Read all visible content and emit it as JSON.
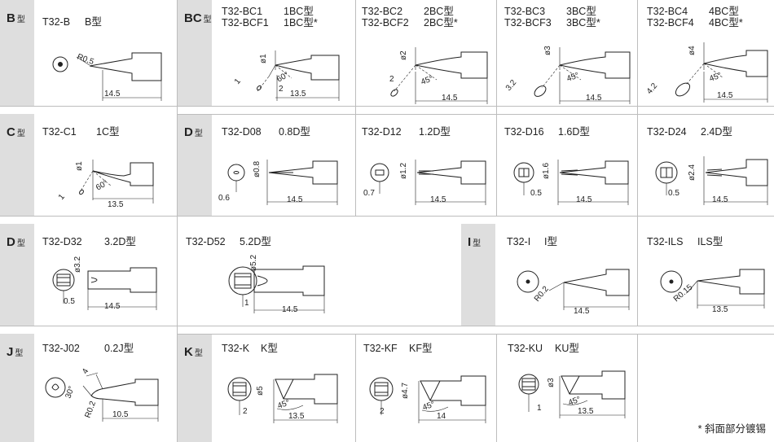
{
  "categories": {
    "b": {
      "letter": "B",
      "suffix": "型"
    },
    "bc": {
      "letter": "BC",
      "suffix": "型"
    },
    "c": {
      "letter": "C",
      "suffix": "型"
    },
    "d1": {
      "letter": "D",
      "suffix": "型"
    },
    "d2": {
      "letter": "D",
      "suffix": "型"
    },
    "i": {
      "letter": "I",
      "suffix": "型"
    },
    "j": {
      "letter": "J",
      "suffix": "型"
    },
    "k": {
      "letter": "K",
      "suffix": "型"
    }
  },
  "tips": {
    "b": {
      "model": "T32-B",
      "type": "B型",
      "dims": {
        "radius": "R0.5",
        "length": "14.5"
      }
    },
    "bc1": {
      "model": "T32-BC1",
      "type": "1BC型",
      "model2": "T32-BCF1",
      "type2": "1BC型*",
      "dims": {
        "dia": "ø1",
        "face": "1",
        "angle": "60°",
        "tip": "2",
        "length": "13.5"
      }
    },
    "bc2": {
      "model": "T32-BC2",
      "type": "2BC型",
      "model2": "T32-BCF2",
      "type2": "2BC型*",
      "dims": {
        "dia": "ø2",
        "face": "2",
        "angle": "45°",
        "length": "14.5"
      }
    },
    "bc3": {
      "model": "T32-BC3",
      "type": "3BC型",
      "model2": "T32-BCF3",
      "type2": "3BC型*",
      "dims": {
        "dia": "ø3",
        "face": "3.2",
        "angle": "45°",
        "length": "14.5"
      }
    },
    "bc4": {
      "model": "T32-BC4",
      "type": "4BC型",
      "model2": "T32-BCF4",
      "type2": "4BC型*",
      "dims": {
        "dia": "ø4",
        "face": "4.2",
        "angle": "45°",
        "length": "14.5"
      }
    },
    "c1": {
      "model": "T32-C1",
      "type": "1C型",
      "dims": {
        "dia": "ø1",
        "face": "1",
        "angle": "60°",
        "length": "13.5"
      }
    },
    "d08": {
      "model": "T32-D08",
      "type": "0.8D型",
      "dims": {
        "width": "ø0.8",
        "thick": "0.6",
        "length": "14.5"
      }
    },
    "d12": {
      "model": "T32-D12",
      "type": "1.2D型",
      "dims": {
        "width": "ø1.2",
        "thick": "0.7",
        "length": "14.5"
      }
    },
    "d16": {
      "model": "T32-D16",
      "type": "1.6D型",
      "dims": {
        "width": "ø1.6",
        "thick": "0.5",
        "length": "14.5"
      }
    },
    "d24": {
      "model": "T32-D24",
      "type": "2.4D型",
      "dims": {
        "width": "ø2.4",
        "thick": "0.5",
        "length": "14.5"
      }
    },
    "d32": {
      "model": "T32-D32",
      "type": "3.2D型",
      "dims": {
        "width": "ø3.2",
        "thick": "0.5",
        "length": "14.5"
      }
    },
    "d52": {
      "model": "T32-D52",
      "type": "5.2D型",
      "dims": {
        "width": "ø5.2",
        "thick": "1",
        "length": "14.5"
      }
    },
    "i": {
      "model": "T32-I",
      "type": "I型",
      "dims": {
        "radius": "R0.2",
        "length": "14.5"
      }
    },
    "ils": {
      "model": "T32-ILS",
      "type": "ILS型",
      "dims": {
        "radius": "R0.15",
        "length": "13.5"
      }
    },
    "j02": {
      "model": "T32-J02",
      "type": "0.2J型",
      "dims": {
        "bend": "4",
        "angle": "30°",
        "radius": "R0.2",
        "length": "10.5"
      }
    },
    "k": {
      "model": "T32-K",
      "type": "K型",
      "dims": {
        "dia": "ø5",
        "thick": "2",
        "angle": "45°",
        "length": "13.5"
      }
    },
    "kf": {
      "model": "T32-KF",
      "type": "KF型",
      "dims": {
        "dia": "ø4.7",
        "thick": "2",
        "angle": "45°",
        "length": "14"
      }
    },
    "ku": {
      "model": "T32-KU",
      "type": "KU型",
      "dims": {
        "dia": "ø3",
        "thick": "1",
        "angle": "45°",
        "length": "13.5"
      }
    }
  },
  "footnote": "* 斜面部分镀锡",
  "colors": {
    "category_bg": "#dedede",
    "separator": "#bdbdbd",
    "line": "#222222"
  }
}
